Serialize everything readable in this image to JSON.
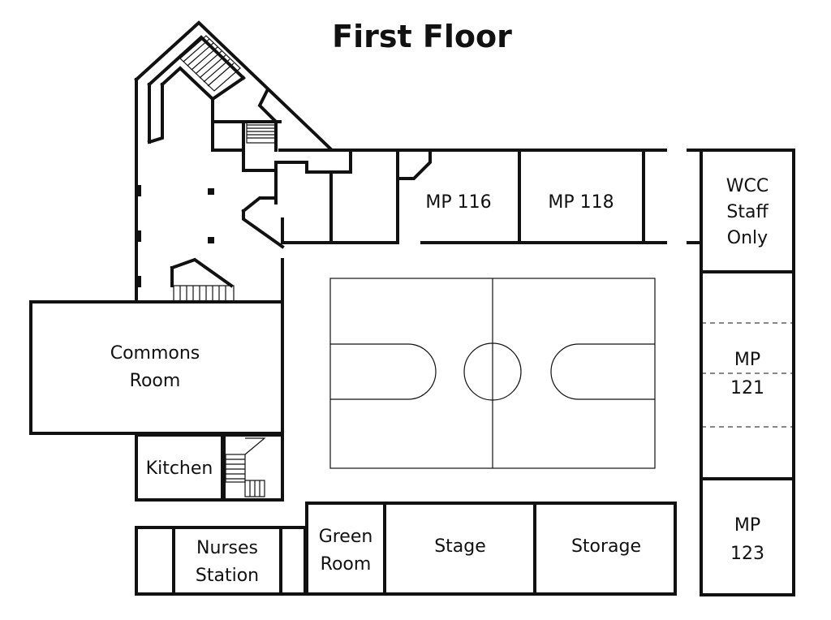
{
  "title": "First Floor",
  "rooms": {
    "mp116": "MP 116",
    "mp118": "MP 118",
    "wcc": [
      "WCC",
      "Staff",
      "Only"
    ],
    "mp121": [
      "MP",
      "121"
    ],
    "mp123": [
      "MP",
      "123"
    ],
    "commons": [
      "Commons",
      "Room"
    ],
    "kitchen": "Kitchen",
    "nurses": [
      "Nurses",
      "Station"
    ],
    "green": [
      "Green",
      "Room"
    ],
    "stage": "Stage",
    "storage": "Storage"
  }
}
